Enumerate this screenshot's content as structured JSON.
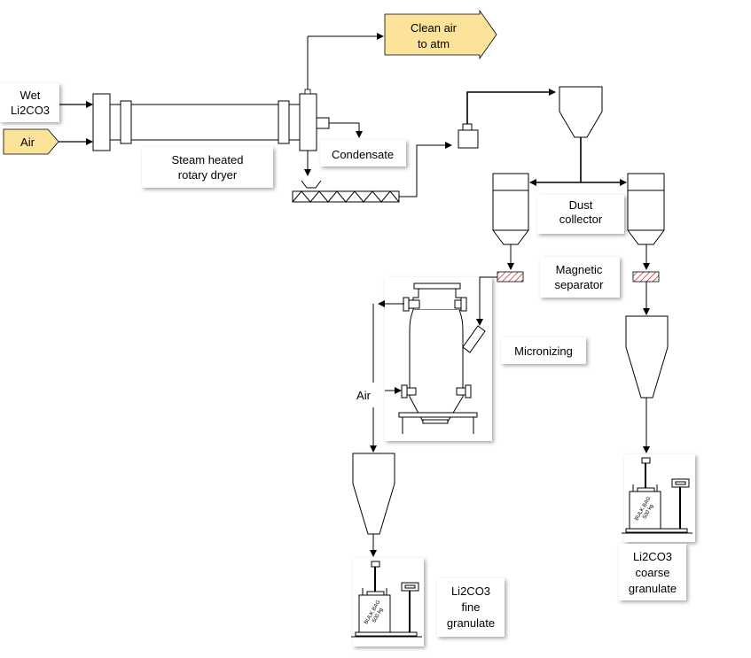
{
  "labels": {
    "wet_line1": "Wet",
    "wet_line2": "Li2CO3",
    "air_inlet": "Air",
    "clean_air_line1": "Clean air",
    "clean_air_line2": "to atm",
    "dryer_line1": "Steam heated",
    "dryer_line2": "rotary dryer",
    "condensate": "Condensate",
    "dust_line1": "Dust",
    "dust_line2": "collector",
    "magnetic_line1": "Magnetic",
    "magnetic_line2": "separator",
    "micronizing": "Micronizing",
    "air_micronizer": "Air",
    "fine_line1": "Li2CO3",
    "fine_line2": "fine",
    "fine_line3": "granulate",
    "coarse_line1": "Li2CO3",
    "coarse_line2": "coarse",
    "coarse_line3": "granulate",
    "bulk_bag_line1": "BULK BAG",
    "bulk_bag_line2": "500 kg"
  },
  "colors": {
    "arrow_fill": "#fde29a",
    "stroke": "#000000",
    "label_bg": "#ffffff",
    "hatch": "#c00000"
  }
}
